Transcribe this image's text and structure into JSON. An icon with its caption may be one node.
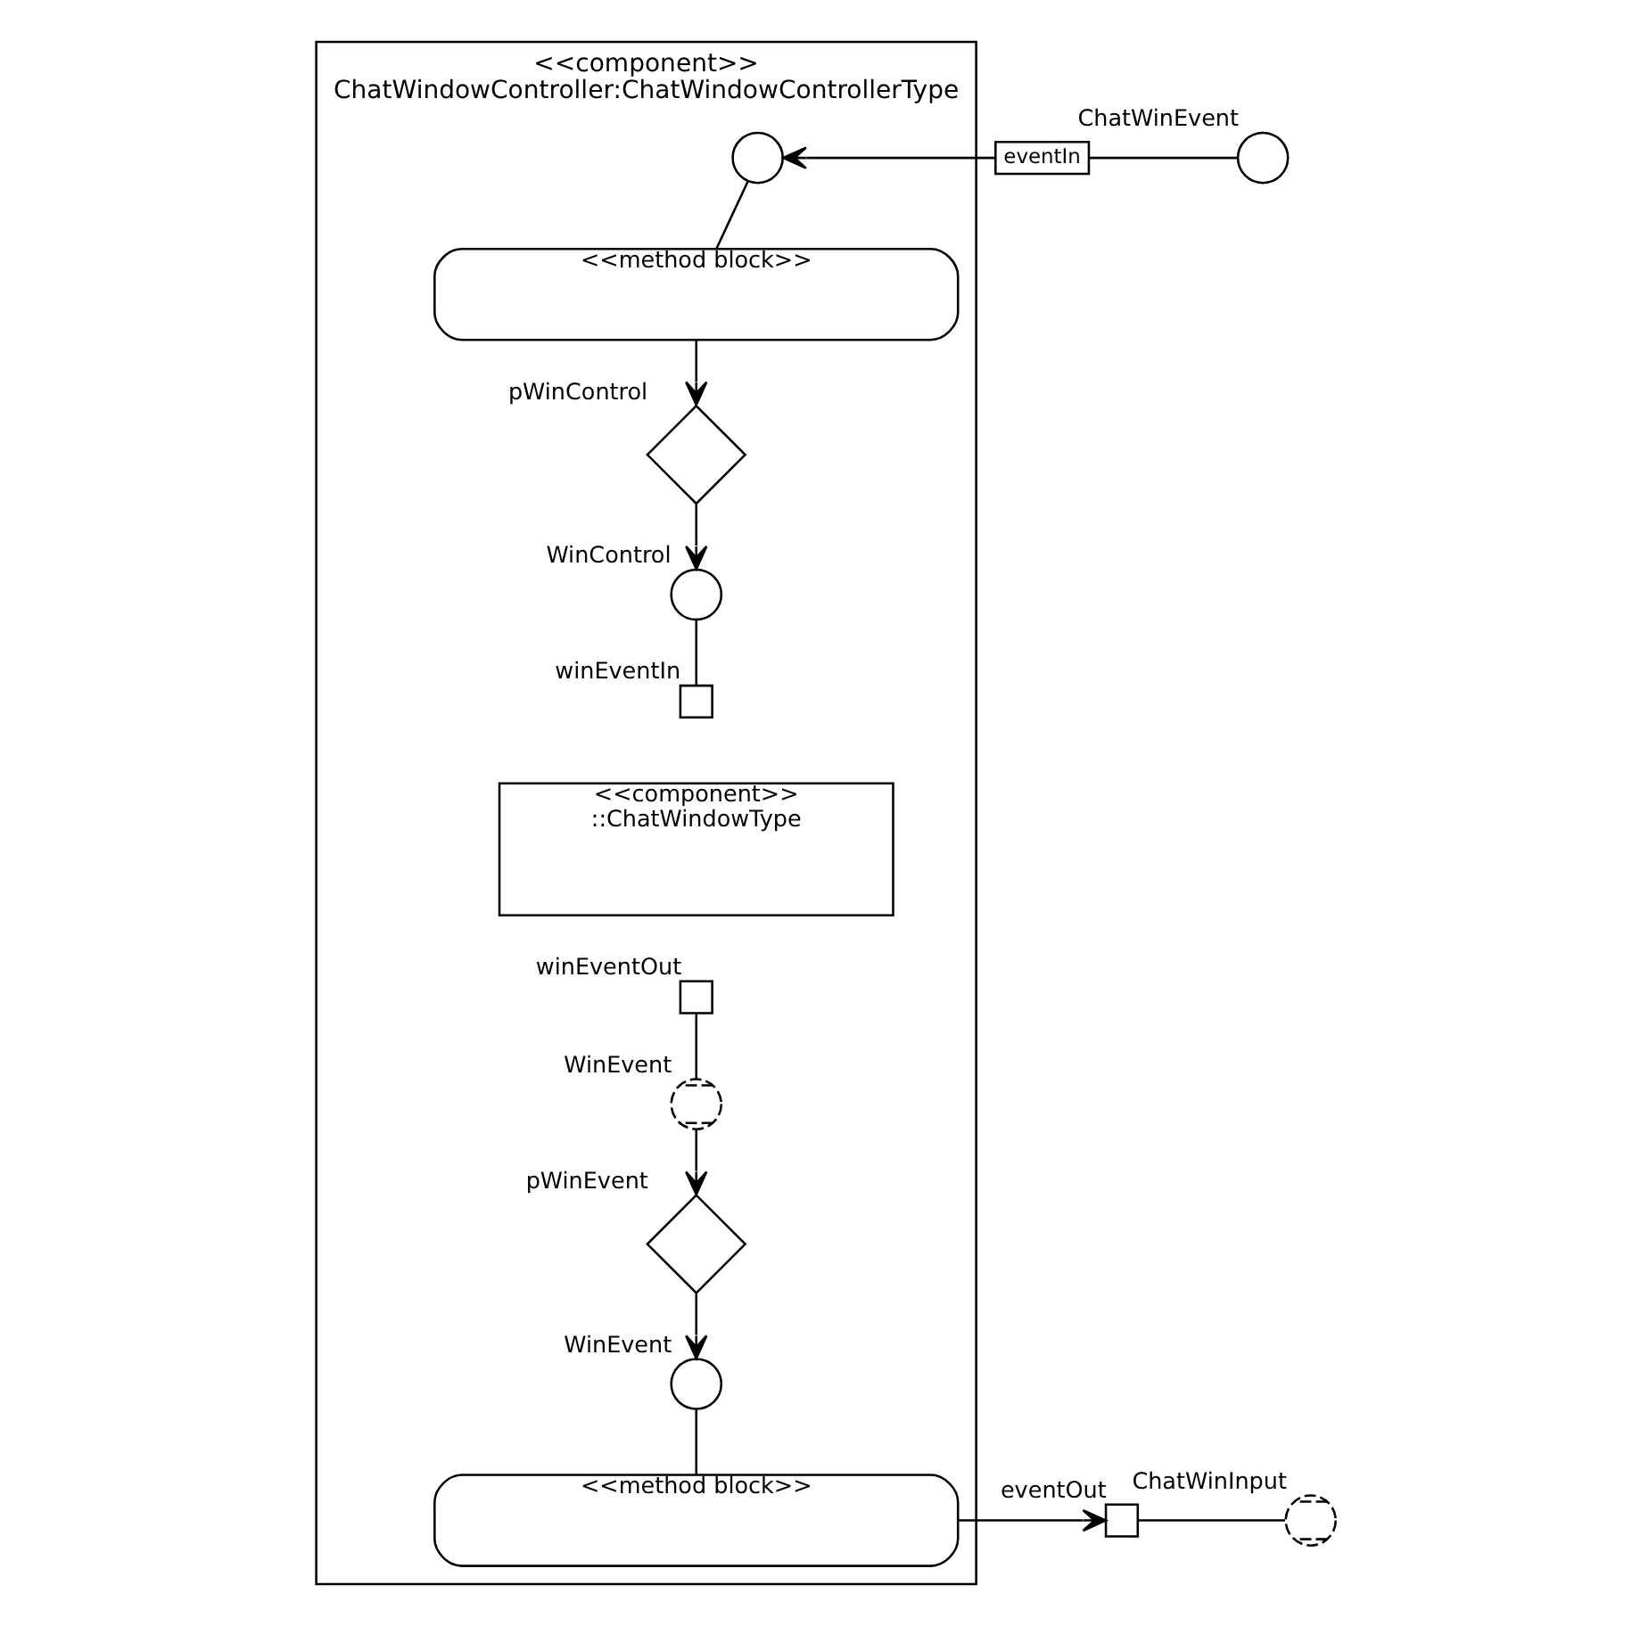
{
  "diagram": {
    "nodes": [
      {
        "text": [
          "<<component>>",
          "ChatWindowController:ChatWindowControllerType"
        ]
      },
      {
        "text": [
          "eventIn"
        ]
      },
      {
        "text": [
          "ChatWinEvent"
        ]
      },
      {
        "text": [],
        "shape": "circle",
        "in": 0
      },
      {
        "text": [
          "<<method block>>"
        ],
        "in": 0
      },
      {
        "text": [
          "pWinControl"
        ],
        "in": 0
      },
      {
        "text": [
          "WinControl"
        ],
        "in": 0
      },
      {
        "text": [
          "winEventIn"
        ],
        "in": 0
      },
      {
        "text": [
          "<<component>>",
          "::ChatWindowType"
        ],
        "in": 0
      },
      {
        "text": [
          "winEventOut"
        ],
        "in": 0
      },
      {
        "text": [
          "WinEvent"
        ],
        "in": 0
      },
      {
        "text": [
          "pWinEvent"
        ],
        "in": 0
      },
      {
        "text": [
          "WinEvent"
        ],
        "in": 0
      },
      {
        "text": [
          "<<method block>>"
        ],
        "in": 0
      },
      {
        "text": [
          "eventOut"
        ]
      },
      {
        "text": [
          "ChatWinInput"
        ]
      }
    ],
    "edges": [
      {
        "from": 2,
        "to": 1,
        "arrow": "none"
      },
      {
        "from": 1,
        "to": 3,
        "arrow": "to"
      },
      {
        "from": 3,
        "to": 4,
        "arrow": "none"
      },
      {
        "from": 4,
        "to": 5,
        "arrow": "to"
      },
      {
        "from": 5,
        "to": 6,
        "arrow": "to"
      },
      {
        "from": 6,
        "to": 7,
        "arrow": "none"
      },
      {
        "from": 9,
        "to": 10,
        "arrow": "none"
      },
      {
        "from": 10,
        "to": 11,
        "arrow": "to"
      },
      {
        "from": 11,
        "to": 12,
        "arrow": "to"
      },
      {
        "from": 12,
        "to": 13,
        "arrow": "none"
      },
      {
        "from": 13,
        "to": 14,
        "arrow": "to"
      },
      {
        "from": 14,
        "to": 15,
        "arrow": "none"
      }
    ]
  }
}
